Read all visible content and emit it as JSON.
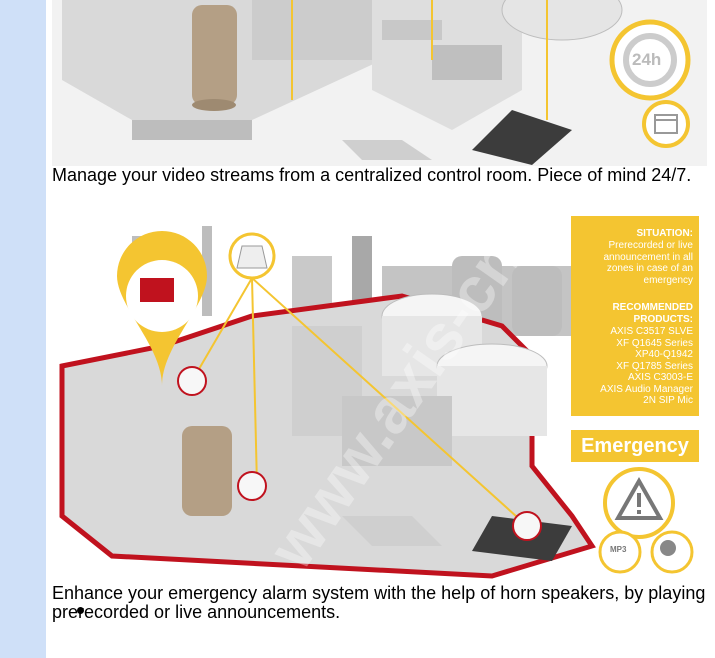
{
  "captions": {
    "first": "Manage your video streams from a centralized control room. Piece of mind 24/7.",
    "second": "Enhance your emergency alarm system with the help of horn speakers, by playing prerecorded or live announcements."
  },
  "top_image": {
    "badge_24h": "24h"
  },
  "bottom_image": {
    "situation_heading": "SITUATION:",
    "situation_lines": [
      "Prerecorded or live",
      "announcement in all",
      "zones in case of an",
      "emergency"
    ],
    "products_heading_lines": [
      "RECOMMENDED",
      "PRODUCTS:"
    ],
    "products": [
      "AXIS C3517 SLVE",
      "XF Q1645 Series",
      "XP40-Q1942",
      "XF Q1785 Series",
      "AXIS C3003-E",
      "AXIS Audio Manager",
      "2N SIP Mic"
    ],
    "emergency_label": "Emergency",
    "mp3_label": "MP3",
    "watermark": "www.axis-cn"
  },
  "colors": {
    "page_background": "#cfe0f8",
    "accent_yellow": "#f4c531",
    "zone_red": "#c0121e"
  }
}
